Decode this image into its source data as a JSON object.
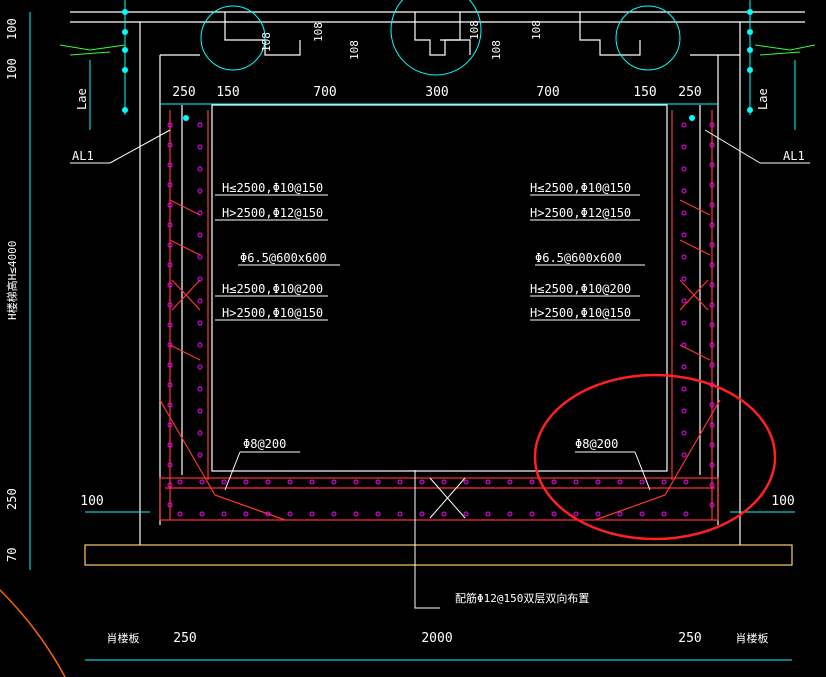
{
  "colors": {
    "background": "#000000",
    "structure": "#ffffff",
    "dimension": "#00ffff",
    "rebar": "#ff3333",
    "stirrup": "#ff00ff",
    "text": "#ffffff",
    "slab": "#ffcc66",
    "green": "#33ff33",
    "highlight": "#ff2020",
    "extra": "#ff6600"
  },
  "dims": {
    "top_row": [
      "250",
      "150",
      "700",
      "300",
      "700",
      "150",
      "250"
    ],
    "bottom_row": [
      "250",
      "2000",
      "250"
    ],
    "bottom_side": "肖楼板",
    "left_vertical": [
      "100",
      "100",
      "250",
      "70"
    ],
    "left_long": "H楼梯高H≤4000",
    "lae": "Lae",
    "side_100": "100",
    "step_108": "108"
  },
  "labels": {
    "al1": "AL1",
    "h_small_150": "H≤2500,Φ10@150",
    "h_large_150": "H>2500,Φ12@150",
    "phi65": "Φ6.5@600x600",
    "h_small_200": "H≤2500,Φ10@200",
    "h_large_10_150": "H>2500,Φ10@150",
    "phi8": "Φ8@200",
    "bottom_note": "配筋Φ12@150双层双向布置"
  }
}
